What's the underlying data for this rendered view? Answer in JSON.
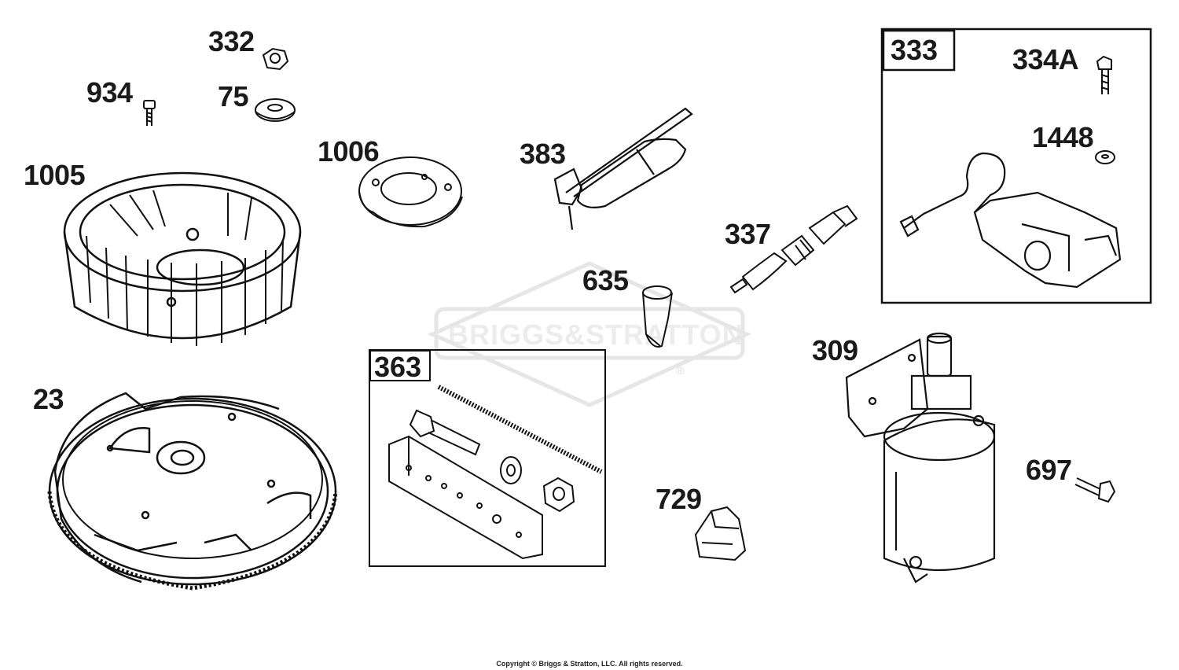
{
  "watermark": {
    "logo_text": "BRIGGS&STRATTON",
    "registered_mark": "®"
  },
  "parts": [
    {
      "id": "1005"
    },
    {
      "id": "934"
    },
    {
      "id": "332"
    },
    {
      "id": "75"
    },
    {
      "id": "1006"
    },
    {
      "id": "383"
    },
    {
      "id": "337"
    },
    {
      "id": "635"
    },
    {
      "id": "23"
    },
    {
      "id": "729"
    },
    {
      "id": "309"
    },
    {
      "id": "697"
    },
    {
      "id": "334A"
    },
    {
      "id": "1448"
    }
  ],
  "kits": [
    {
      "id": "333"
    },
    {
      "id": "363"
    }
  ],
  "footer": {
    "copyright": "Copyright © Briggs & Stratton, LLC. All rights reserved."
  }
}
